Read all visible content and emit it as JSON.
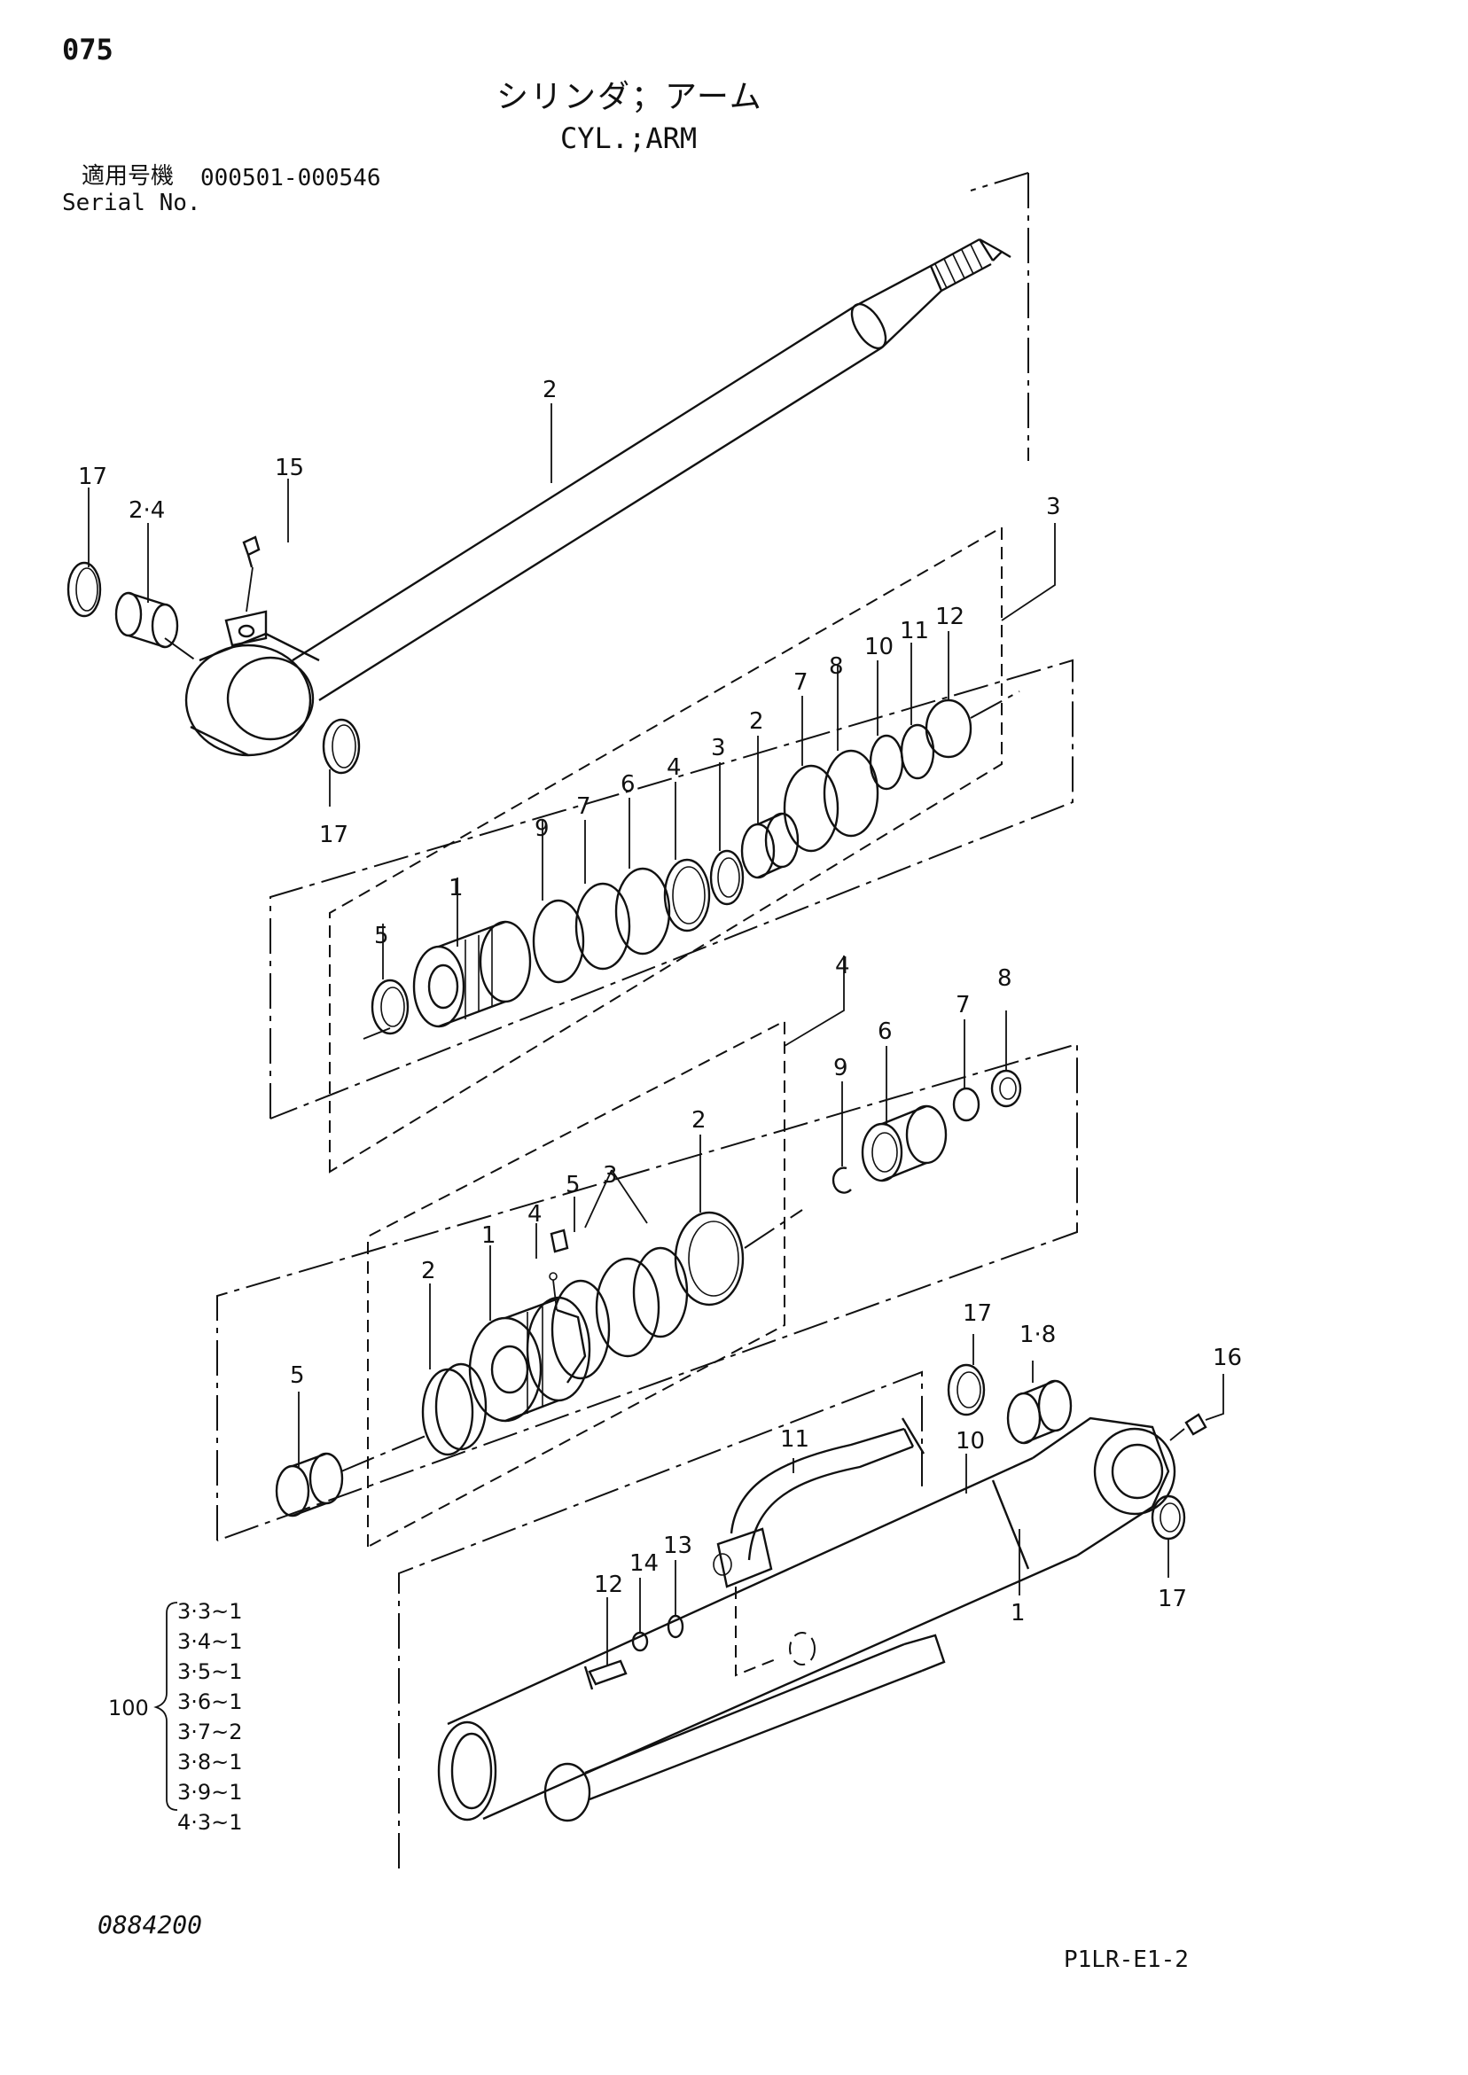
{
  "header": {
    "page_number": "075",
    "title_jp": "シリンダ；アーム",
    "title_en": "CYL.;ARM",
    "serial_label_jp": "適用号機",
    "serial_range": "000501-000546",
    "serial_label_en": "Serial No."
  },
  "callouts": {
    "rod": "2",
    "rod_bushing": "2·4",
    "rod_ring_left": "17",
    "rod_grease": "15",
    "rod_ring_bottom": "17",
    "piston_kit": "3",
    "p_nut": "1",
    "p_ring_5": "5",
    "p_9": "9",
    "p_7a": "7",
    "p_6": "6",
    "p_4": "4",
    "p_3": "3",
    "p_2": "2",
    "p_7b": "7",
    "p_8": "8",
    "p_10": "10",
    "p_11": "11",
    "p_12": "12",
    "head_kit": "4",
    "h_6": "6",
    "h_7": "7",
    "h_8": "8",
    "h_9": "9",
    "h_2a": "2",
    "h_3": "3",
    "h_5small": "5",
    "h_4": "4",
    "h_1": "1",
    "h_2b": "2",
    "h_5": "5",
    "tube": "1",
    "tube_bushing": "1·8",
    "tube_ring_top": "17",
    "tube_grease": "16",
    "tube_ring_bottom": "17",
    "pipe": "11",
    "pipe_10": "10",
    "bolt": "12",
    "washer": "14",
    "ring_13": "13"
  },
  "seal_kit": {
    "label": "100",
    "items": [
      "3·3~1",
      "3·4~1",
      "3·5~1",
      "3·6~1",
      "3·7~2",
      "3·8~1",
      "3·9~1",
      "4·3~1"
    ]
  },
  "footer": {
    "drawing_number": "0884200",
    "code": "P1LR-E1-2"
  }
}
